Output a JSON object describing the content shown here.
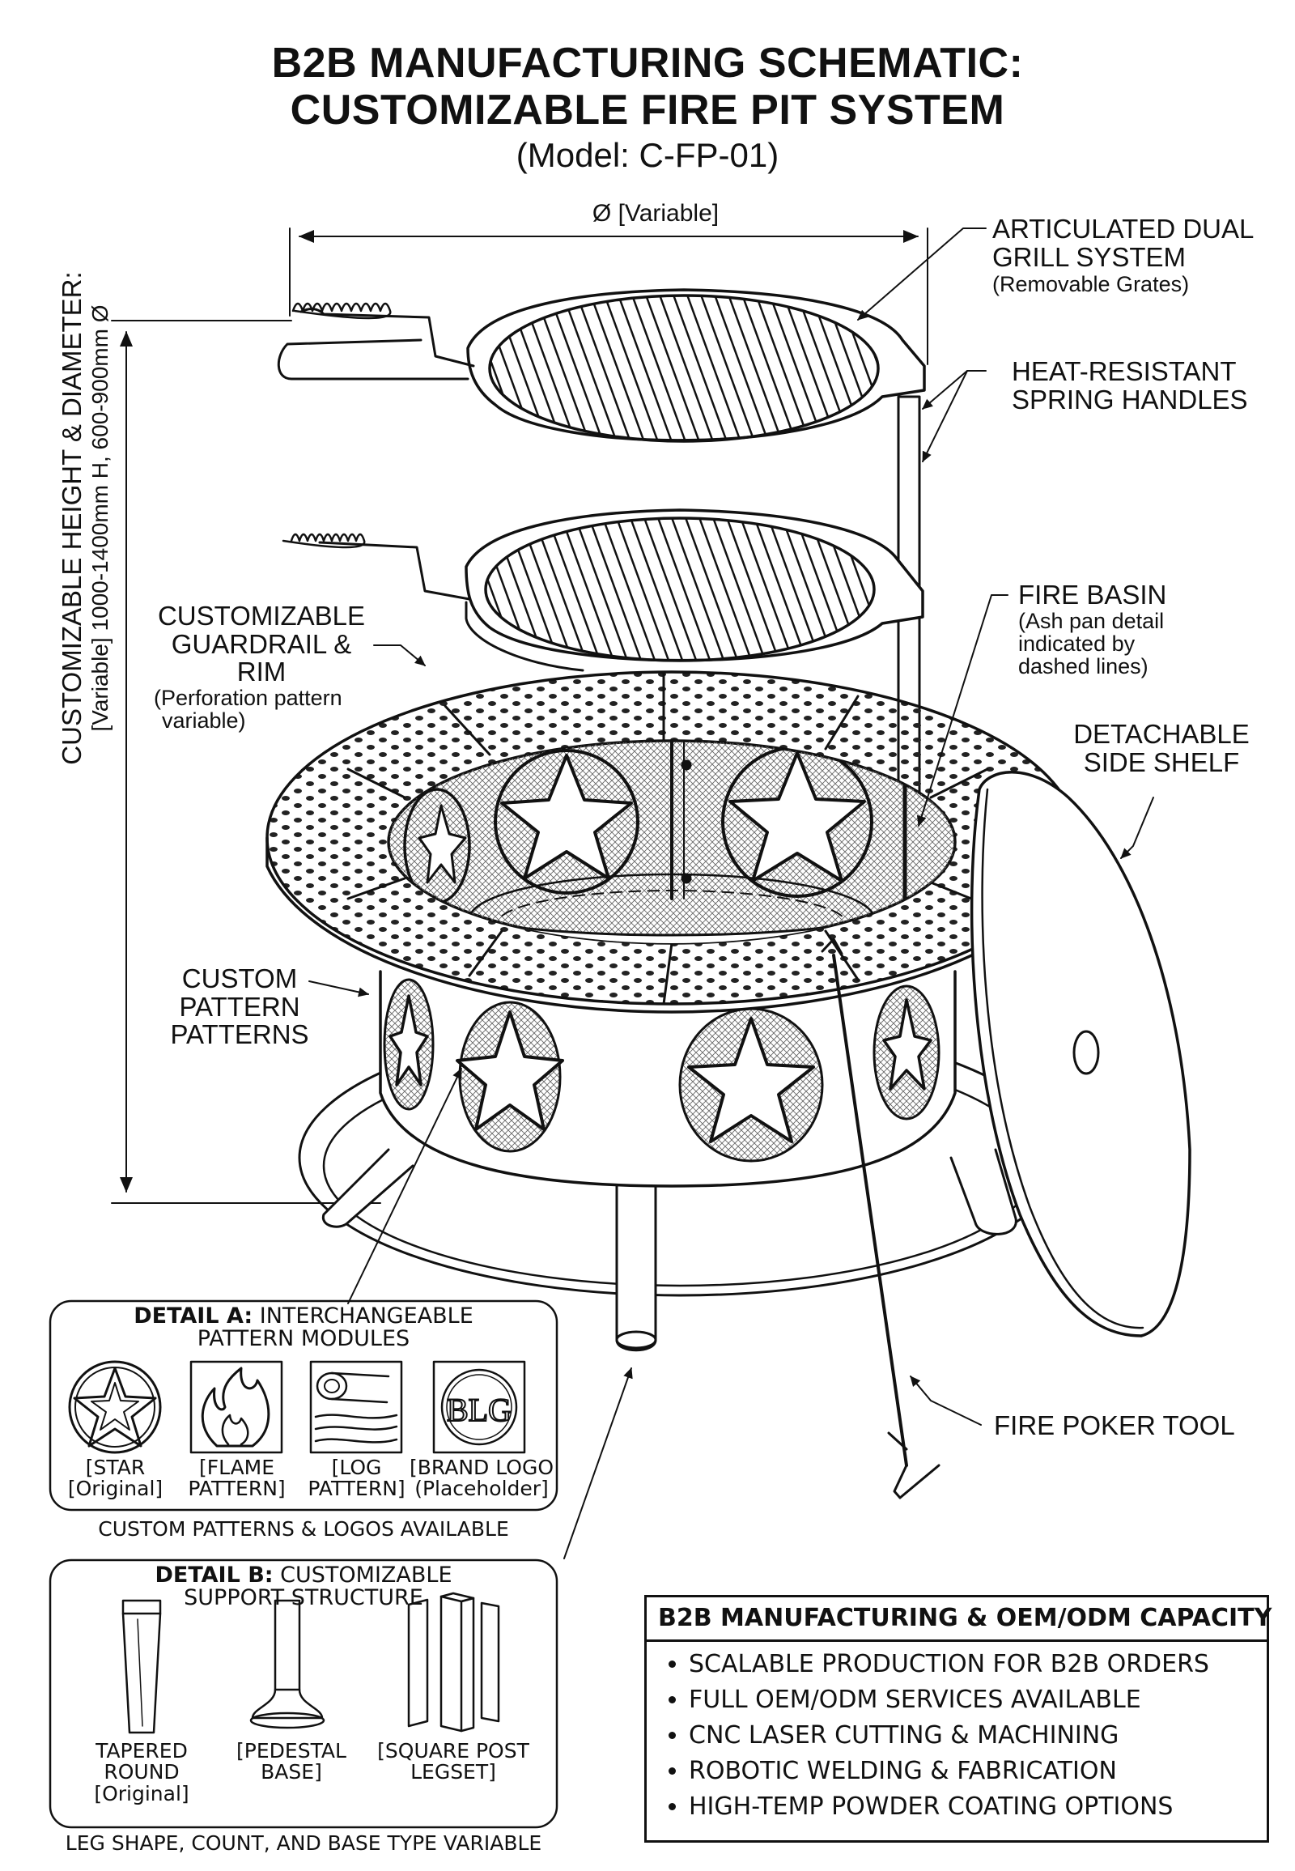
{
  "title": {
    "line1": "B2B MANUFACTURING SCHEMATIC:",
    "line2": "CUSTOMIZABLE FIRE PIT SYSTEM",
    "model": "(Model: C-FP-01)"
  },
  "dimensions": {
    "diameter": "Ø [Variable]",
    "height_title": "CUSTOMIZABLE HEIGHT & DIAMETER:",
    "height_value": "[Variable] 1000-1400mm H, 600-900mm Ø"
  },
  "callouts": {
    "grill": {
      "title1": "ARTICULATED DUAL",
      "title2": "GRILL SYSTEM",
      "note": "(Removable Grates)"
    },
    "handles": {
      "title1": "HEAT-RESISTANT",
      "title2": "SPRING HANDLES"
    },
    "basin": {
      "title": "FIRE BASIN",
      "note1": "(Ash pan detail",
      "note2": "indicated by",
      "note3": "dashed lines)"
    },
    "guardrail": {
      "title1": "CUSTOMIZABLE",
      "title2": "GUARDRAIL & RIM",
      "note1": "(Perforation pattern",
      "note2": "variable)"
    },
    "shelf": {
      "title1": "DETACHABLE",
      "title2": "SIDE SHELF"
    },
    "pattern": {
      "line1": "CUSTOM",
      "line2": "PATTERN",
      "line3": "PATTERNS"
    },
    "poker": {
      "title": "FIRE POKER TOOL"
    }
  },
  "detail_a": {
    "heading_bold": "DETAIL A:",
    "heading_rest": "INTERCHANGEABLE",
    "heading_line2": "PATTERN MODULES",
    "modules": [
      {
        "icon": "star-icon",
        "line1": "[STAR",
        "line2": "[Original]"
      },
      {
        "icon": "flame-icon",
        "line1": "[FLAME",
        "line2": "PATTERN]"
      },
      {
        "icon": "log-icon",
        "line1": "[LOG",
        "line2": "PATTERN]"
      },
      {
        "icon": "brand-logo-icon",
        "line1": "[BRAND LOGO",
        "line2": "(Placeholder]"
      }
    ],
    "logo_text": "BLG",
    "footer": "CUSTOM PATTERNS & LOGOS AVAILABLE"
  },
  "detail_b": {
    "heading_bold": "DETAIL B:",
    "heading_rest": "CUSTOMIZABLE",
    "heading_line2": "SUPPORT STRUCTURE",
    "legs": [
      {
        "icon": "tapered-leg-icon",
        "line1": "TAPERED ROUND",
        "line2": "[Original]"
      },
      {
        "icon": "pedestal-leg-icon",
        "line1": "[PEDESTAL",
        "line2": "BASE]"
      },
      {
        "icon": "square-post-leg-icon",
        "line1": "[SQUARE POST",
        "line2": "LEGSET]"
      }
    ],
    "footer": "LEG SHAPE, COUNT, AND BASE TYPE VARIABLE"
  },
  "oem": {
    "heading": "B2B MANUFACTURING & OEM/ODM CAPACITY",
    "items": [
      "SCALABLE PRODUCTION FOR B2B ORDERS",
      "FULL OEM/ODM SERVICES AVAILABLE",
      "CNC LASER CUTTING & MACHINING",
      "ROBOTIC WELDING & FABRICATION",
      "HIGH-TEMP POWDER COATING OPTIONS"
    ]
  }
}
